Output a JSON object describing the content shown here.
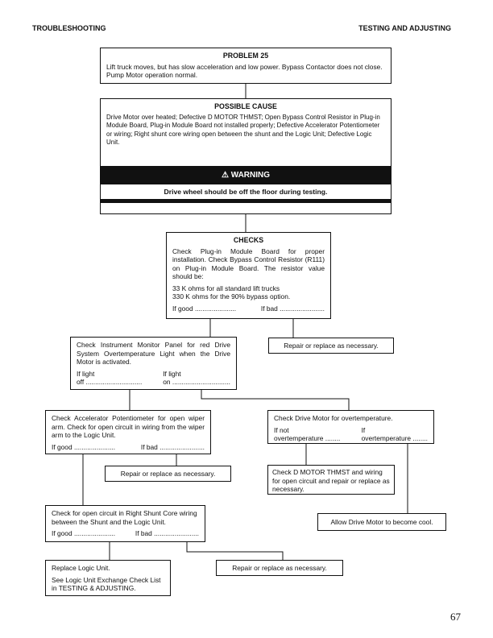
{
  "header": {
    "left": "TROUBLESHOOTING",
    "right": "TESTING AND ADJUSTING"
  },
  "problem": {
    "title": "PROBLEM 25",
    "text": "Lift truck moves, but has slow acceleration and low power. Bypass Contactor does not close. Pump Motor operation normal."
  },
  "cause": {
    "title": "POSSIBLE CAUSE",
    "text": "Drive Motor over heated; Defective D MOTOR THMST; Open Bypass Control Resistor in Plug-in Module Board, Plug-in Module Board not installed properly; Defective Accelerator Potentiometer or wiring; Right shunt core wiring open between the shunt and the Logic Unit; Defective Logic Unit.",
    "warning_icon": "warning-triangle-icon",
    "warning_label": "WARNING",
    "warning_text": "Drive wheel should be off the floor during testing."
  },
  "checks": {
    "title": "CHECKS",
    "text": "Check Plug-in Module Board for proper installation. Check Bypass Control Resistor (R111) on Plug-in Module Board. The resistor value should be:",
    "value1": "33 K ohms for all standard lift trucks",
    "value2": "330 K ohms for the 90% bypass option.",
    "good": "If good ......................",
    "bad": "If bad ........................"
  },
  "repair1": "Repair or replace as necessary.",
  "instrument": {
    "text": "Check Instrument Monitor Panel for red Drive System Overtemperature Light when the Drive Motor is activated.",
    "off1": "If light",
    "off2": "off ..............................",
    "on1": "If light",
    "on2": "on ..............................."
  },
  "accel": {
    "text": "Check Accelerator Potentiometer for open wiper arm. Check for open circuit in wiring from the wiper arm to the Logic Unit.",
    "good": "If good ......................",
    "bad": "If bad ........................"
  },
  "drive_motor": {
    "text": "Check Drive Motor for overtemperature.",
    "not1": "If not",
    "not2": "overtemperature ........",
    "yes1": "If",
    "yes2": "overtemperature ........"
  },
  "repair2": "Repair or replace as necessary.",
  "thmst": "Check D MOTOR THMST and wiring for open circuit and repair or replace as necessary.",
  "allow": "Allow Drive Motor to become cool.",
  "shunt": {
    "text": "Check for open circuit in Right Shunt Core wiring between the Shunt and the Logic Unit.",
    "good": "If good ......................",
    "bad": "If bad ........................"
  },
  "replace": {
    "line1": "Replace Logic Unit.",
    "line2": "See Logic Unit Exchange Check List in TESTING & ADJUSTING."
  },
  "repair3": "Repair or replace as necessary.",
  "page_number": "67"
}
